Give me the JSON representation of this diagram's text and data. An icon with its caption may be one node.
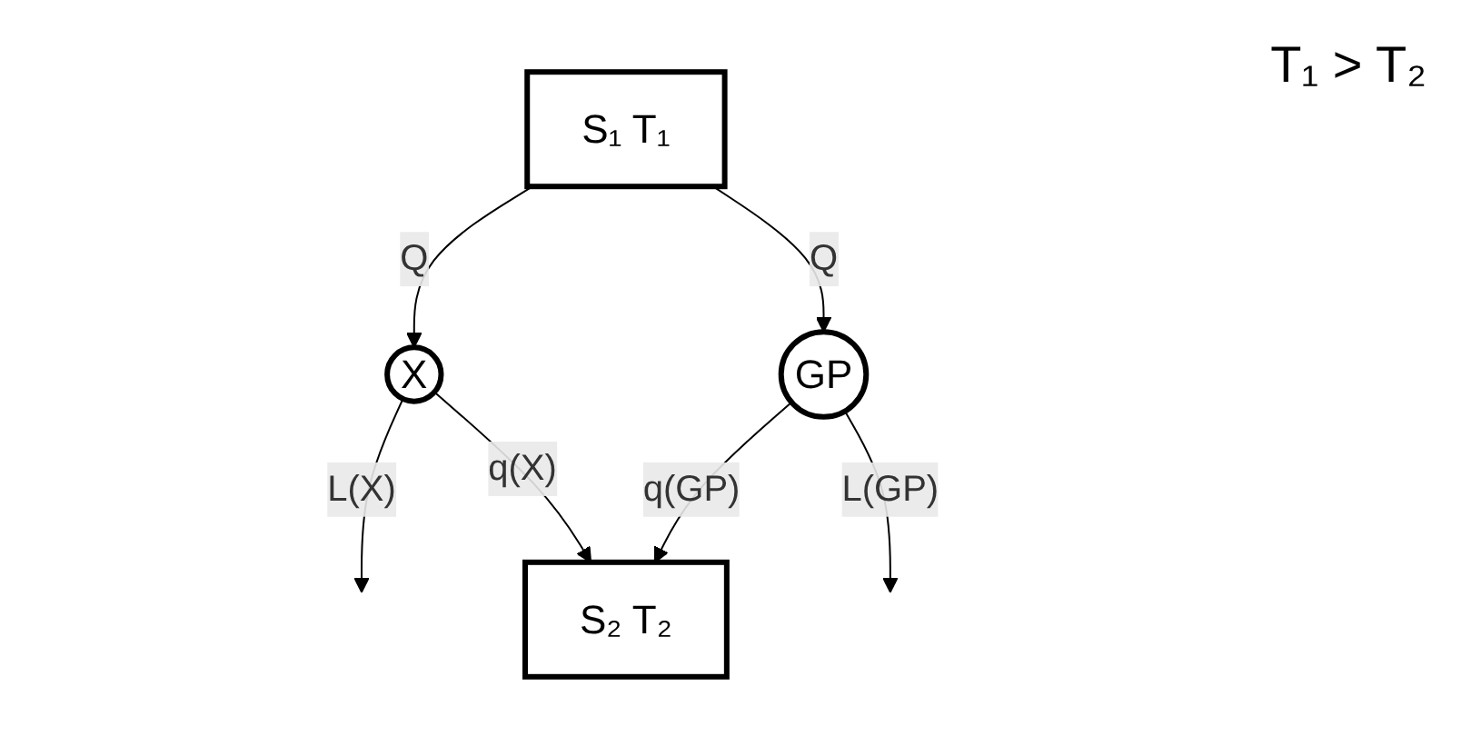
{
  "diagram": {
    "nodes": [
      {
        "text": [
          "S₁ T₁"
        ]
      },
      {
        "text": [
          "X"
        ]
      },
      {
        "text": [
          "GP"
        ]
      },
      {
        "text": [
          "S₂ T₂"
        ]
      }
    ],
    "edges": [
      {
        "from": 0,
        "to": 1,
        "arrow": "to",
        "label": "Q"
      },
      {
        "from": 0,
        "to": 2,
        "arrow": "to",
        "label": "Q"
      },
      {
        "from": 1,
        "to": null,
        "arrow": "to",
        "label": "L(X)"
      },
      {
        "from": 2,
        "to": null,
        "arrow": "to",
        "label": "L(GP)"
      },
      {
        "from": 1,
        "to": 3,
        "arrow": "to",
        "label": "q(X)"
      },
      {
        "from": 2,
        "to": 3,
        "arrow": "to",
        "label": "q(GP)"
      }
    ],
    "labels": [
      "T₁ > T₂"
    ]
  }
}
